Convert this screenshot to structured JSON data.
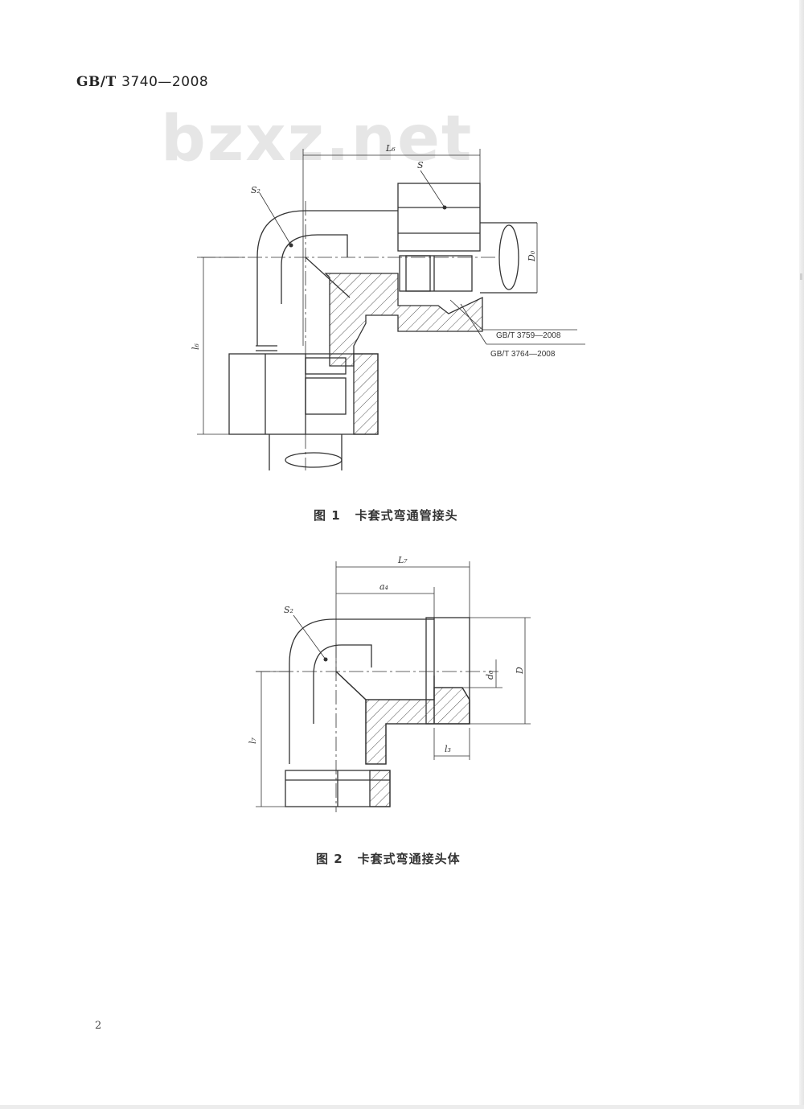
{
  "header": {
    "prefix": "GB/T",
    "number": "3740—2008"
  },
  "watermark": "bzxz.net",
  "figure1": {
    "number": "图 1",
    "title": "卡套式弯通管接头",
    "labels": {
      "length": "L₆",
      "hex": "S",
      "body_hex": "S₂",
      "diameter": "D₀",
      "height": "l₆",
      "std1": "GB/T 3759—2008",
      "std2": "GB/T 3764—2008"
    }
  },
  "figure2": {
    "number": "图 2",
    "title": "卡套式弯通接头体",
    "labels": {
      "length": "L₇",
      "offset": "a₄",
      "body_hex": "S₂",
      "bore": "d₀",
      "diameter": "D",
      "height": "l₇",
      "thread": "l₃"
    }
  },
  "footer": {
    "page": "2"
  }
}
